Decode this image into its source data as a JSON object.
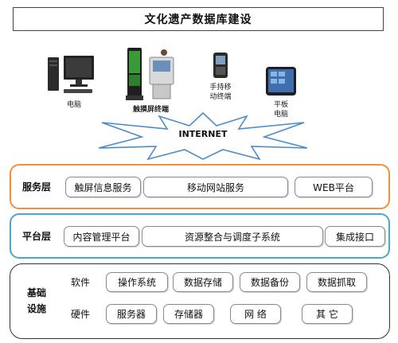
{
  "title": "文化遗产数据库建设",
  "devices": {
    "computer": "电脑",
    "kiosk": "触摸屏终端",
    "mobile_line1": "手持移",
    "mobile_line2": "动终端",
    "tablet_line1": "平板",
    "tablet_line2": "电脑"
  },
  "internet": "INTERNET",
  "service_layer": {
    "label": "服务层",
    "items": [
      "触屏信息服务",
      "移动网站服务",
      "WEB平台"
    ]
  },
  "platform_layer": {
    "label": "平台层",
    "items": [
      "内容管理平台",
      "资源整合与调度子系统",
      "集成接口"
    ]
  },
  "infra_layer": {
    "label_line1": "基础",
    "label_line2": "设施",
    "software_label": "软件",
    "software_items": [
      "操作系统",
      "数据存储",
      "数据备份",
      "数据抓取"
    ],
    "hardware_label": "硬件",
    "hardware_items": [
      "服务器",
      "存储器",
      "网  络",
      "其  它"
    ]
  },
  "colors": {
    "service_border": "#f0923b",
    "platform_border": "#4aa8c8",
    "infra_border": "#333333"
  }
}
